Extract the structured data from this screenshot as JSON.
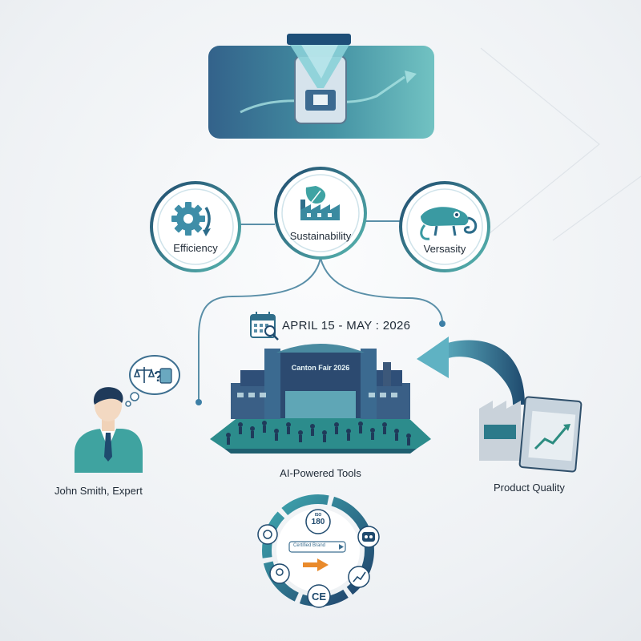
{
  "pillars": {
    "efficiency": "Efficiency",
    "sustainability": "Sustainability",
    "versatility": "Versasity"
  },
  "event": {
    "dates": "APRIL 15 - MAY : 2026",
    "venue_sign": "Canton Fair 2026"
  },
  "center_caption": "AI-Powered Tools",
  "expert_caption": "John Smith, Expert",
  "quality_caption": "Product Quality",
  "cert_wheel": {
    "iso_badge": "ISO",
    "iso_number": "180",
    "search_text": "Certified Brand",
    "ce_mark": "CE"
  },
  "colors": {
    "teal": "#3fa3a3",
    "navy": "#1f4a6e",
    "orange": "#e98a2b",
    "line": "#5a8fa8"
  }
}
